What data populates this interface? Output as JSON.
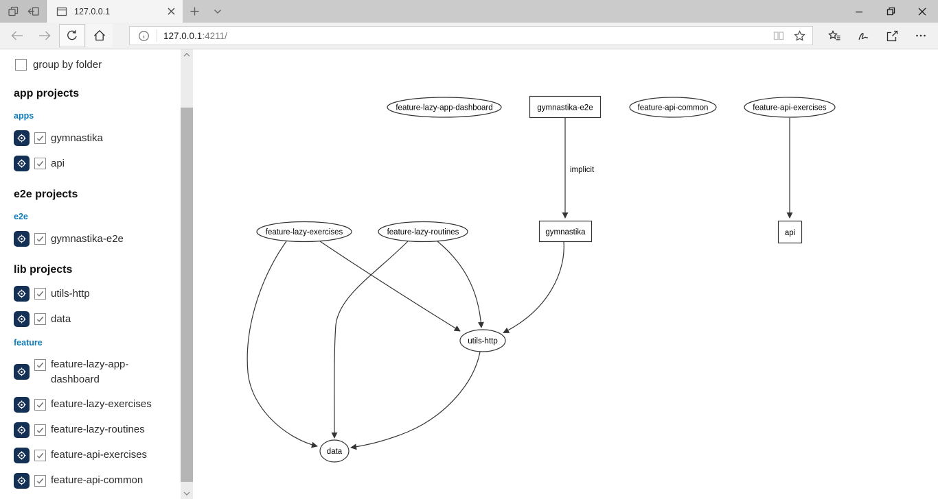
{
  "browser": {
    "tab_title": "127.0.0.1",
    "url_host": "127.0.0.1",
    "url_rest": ":4211/"
  },
  "sidebar": {
    "group_by_folder_label": "group by folder",
    "app_heading": "app projects",
    "apps_group": "apps",
    "app_items": [
      "gymnastika",
      "api"
    ],
    "e2e_heading": "e2e projects",
    "e2e_group": "e2e",
    "e2e_items": [
      "gymnastika-e2e"
    ],
    "lib_heading": "lib projects",
    "lib_items": [
      "utils-http",
      "data"
    ],
    "feature_group": "feature",
    "feature_items": [
      "feature-lazy-app-dashboard",
      "feature-lazy-exercises",
      "feature-lazy-routines",
      "feature-api-exercises",
      "feature-api-common"
    ]
  },
  "graph": {
    "edge_label": "implicit",
    "nodes": {
      "feature_lazy_app_dashboard": "feature-lazy-app-dashboard",
      "gymnastika_e2e": "gymnastika-e2e",
      "feature_api_common": "feature-api-common",
      "feature_api_exercises": "feature-api-exercises",
      "feature_lazy_exercises": "feature-lazy-exercises",
      "feature_lazy_routines": "feature-lazy-routines",
      "gymnastika": "gymnastika",
      "api": "api",
      "utils_http": "utils-http",
      "data": "data"
    }
  },
  "colors": {
    "accent_blue": "#0e7ab8",
    "icon_navy": "#143055",
    "edge_stroke": "#343434"
  }
}
